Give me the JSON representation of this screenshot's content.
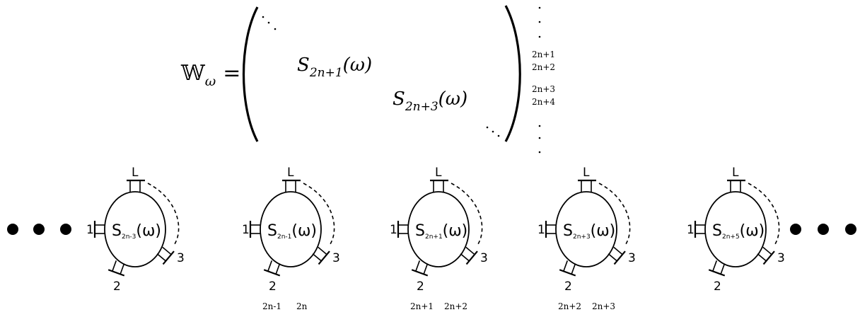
{
  "equation": {
    "lhs_symbol": "𝕎",
    "lhs_subscript": "ω",
    "equals": "=",
    "entries": [
      {
        "base": "S",
        "subscript": "2n+1",
        "arg": "(ω)"
      },
      {
        "base": "S",
        "subscript": "2n+3",
        "arg": "(ω)"
      }
    ],
    "row_labels": [
      "2n+1",
      "2n+2",
      "2n+3",
      "2n+4"
    ]
  },
  "circulators": [
    {
      "label": "S",
      "subscript": "2n-3",
      "arg": "(ω)",
      "port_top": "L",
      "port_left": "1",
      "port_bottom": "2",
      "port_right": "3",
      "below_labels": []
    },
    {
      "label": "S",
      "subscript": "2n-1",
      "arg": "(ω)",
      "port_top": "L",
      "port_left": "1",
      "port_bottom": "2",
      "port_right": "3",
      "below_labels": [
        "2n-1",
        "2n"
      ]
    },
    {
      "label": "S",
      "subscript": "2n+1",
      "arg": "(ω)",
      "port_top": "L",
      "port_left": "1",
      "port_bottom": "2",
      "port_right": "3",
      "below_labels": [
        "2n+1",
        "2n+2"
      ]
    },
    {
      "label": "S",
      "subscript": "2n+3",
      "arg": "(ω)",
      "port_top": "L",
      "port_left": "1",
      "port_bottom": "2",
      "port_right": "3",
      "below_labels": [
        "2n+2",
        "2n+3"
      ]
    },
    {
      "label": "S",
      "subscript": "2n+5",
      "arg": "(ω)",
      "port_top": "L",
      "port_left": "1",
      "port_bottom": "2",
      "port_right": "3",
      "below_labels": []
    }
  ]
}
